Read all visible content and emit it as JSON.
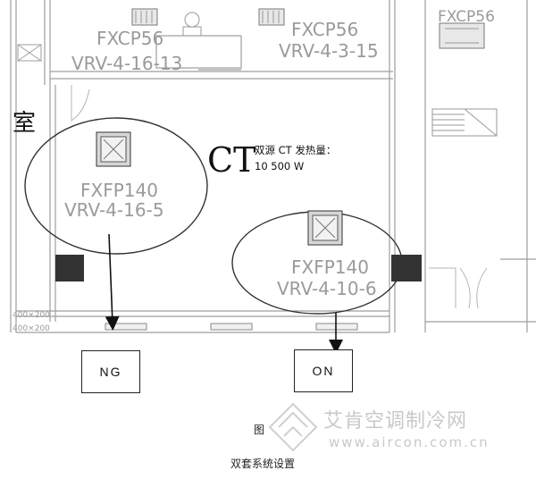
{
  "units": {
    "top_left": {
      "model": "FXCP56",
      "code": "VRV-4-16-13"
    },
    "top_mid": {
      "model": "FXCP56",
      "code": "VRV-4-3-15"
    },
    "top_right": {
      "model": "FXCP56"
    },
    "left_circle": {
      "model": "FXFP140",
      "code": "VRV-4-16-5"
    },
    "right_circle": {
      "model": "FXFP140",
      "code": "VRV-4-10-6"
    }
  },
  "room": {
    "name": "CT",
    "heat_label": "双源 CT 发热量：",
    "heat_value": "10 500 W",
    "side_char": "室"
  },
  "ducts": {
    "upper": "400×200",
    "lower": "400×200"
  },
  "boxes": {
    "left": "NG",
    "right": "ON"
  },
  "caption": {
    "figure": "图",
    "title": "双套系统设置"
  },
  "watermark": {
    "cn": "艾肯空调制冷网",
    "url": "www.aircon.com.cn"
  }
}
